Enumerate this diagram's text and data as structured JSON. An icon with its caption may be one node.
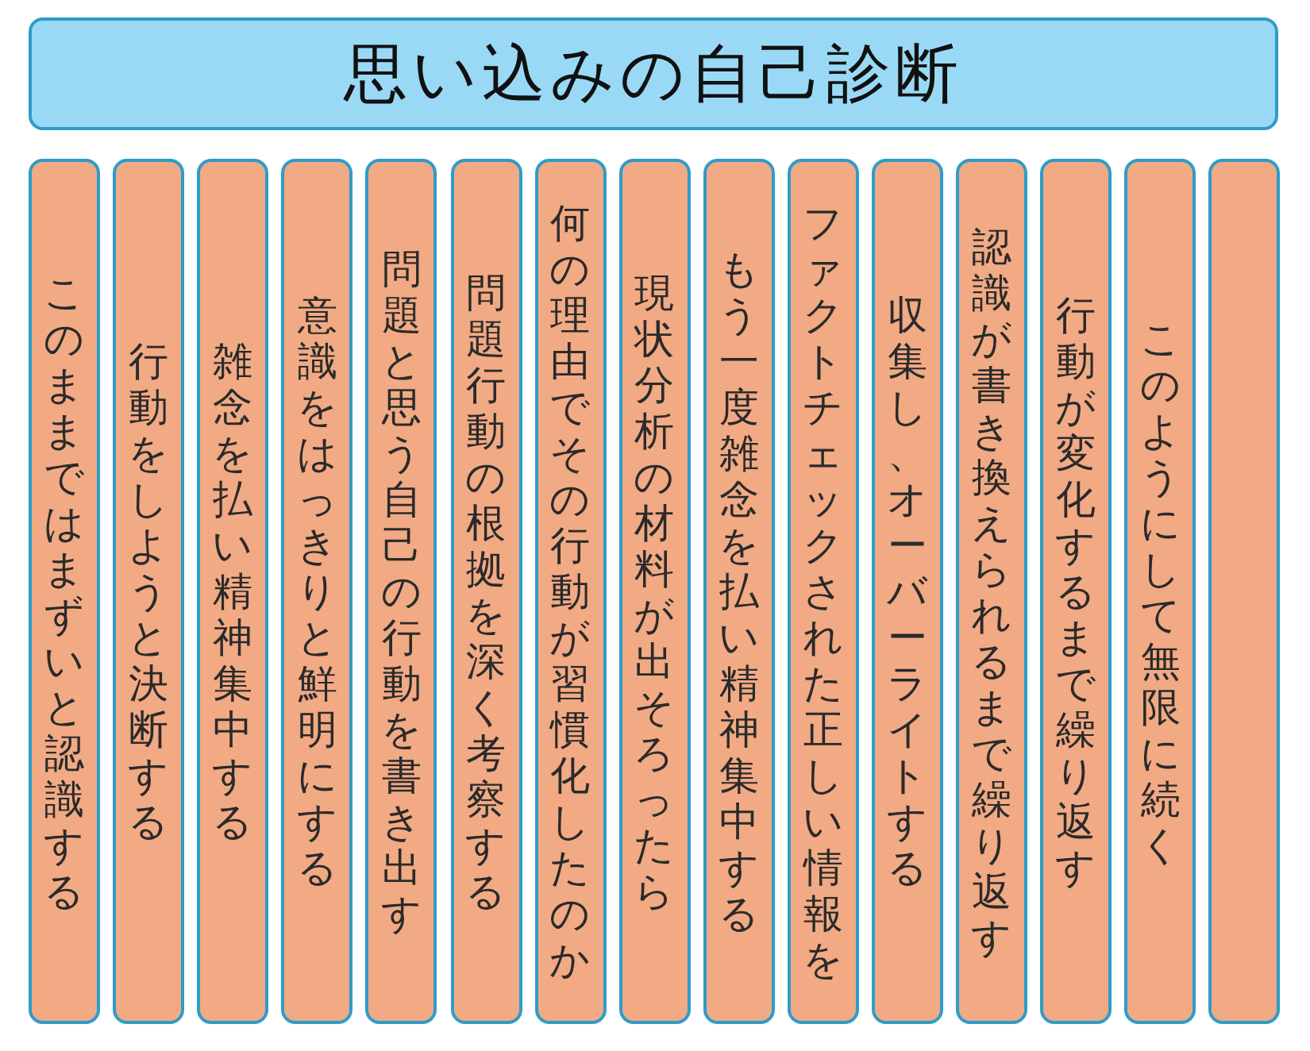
{
  "diagram": {
    "nodes": [
      {
        "text": [
          "思い込みの自己診断"
        ]
      },
      {
        "text": [
          "このままではまずいと認識する"
        ]
      },
      {
        "text": [
          "行動をしようと決断する"
        ]
      },
      {
        "text": [
          "雑念を払い精神集中する"
        ]
      },
      {
        "text": [
          "意識をはっきりと鮮明にする"
        ]
      },
      {
        "text": [
          "問題と思う自己の行動を書き出す"
        ]
      },
      {
        "text": [
          "問題行動の根拠を深く考察する"
        ]
      },
      {
        "text": [
          "何の理由でその行動が習慣化したのか"
        ]
      },
      {
        "text": [
          "現状分析の材料が出そろったら"
        ]
      },
      {
        "text": [
          "もう一度雑念を払い精神集中する"
        ]
      },
      {
        "text": [
          "ファクトチェックされた正しい情報を"
        ]
      },
      {
        "text": [
          "収集し、オーバーライトする"
        ]
      },
      {
        "text": [
          "認識が書き換えられるまで繰り返す"
        ]
      },
      {
        "text": [
          "行動が変化するまで繰り返す"
        ]
      },
      {
        "text": [
          "このようにして無限に続く"
        ]
      },
      {
        "text": [],
        "shape": "box"
      }
    ]
  }
}
